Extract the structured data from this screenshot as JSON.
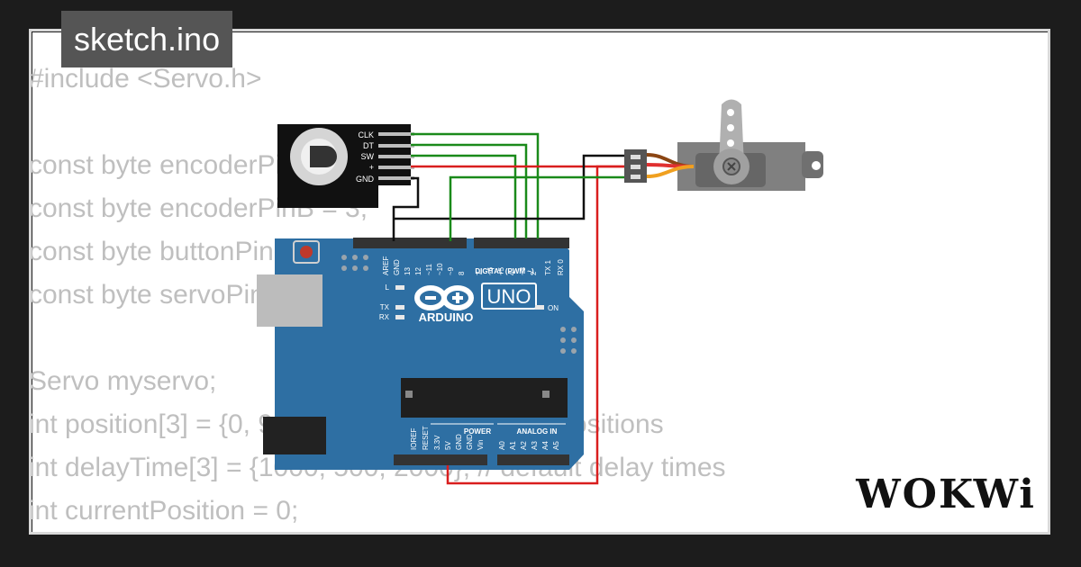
{
  "filename": "sketch.ino",
  "code_lines": [
    "#include <Servo.h>",
    "",
    "const byte encoderPinA = 2;",
    "const byte encoderPinB = 3;",
    "const byte buttonPin = 4;",
    "const byte servoPin = 9;",
    "",
    "Servo myservo;",
    "int position[3] = {0, 90, 180}; // default servo positions",
    "int delayTime[3] = {1000, 500, 2000}; // default delay times",
    "int currentPosition = 0;"
  ],
  "encoder": {
    "pins": [
      "CLK",
      "DT",
      "SW",
      "+",
      "GND"
    ]
  },
  "arduino": {
    "model": "UNO",
    "brand": "ARDUINO",
    "top_pins": [
      "AREF",
      "GND",
      "13",
      "12",
      "~11",
      "~10",
      "~9",
      "8",
      "7",
      "~6",
      "~5",
      "4",
      "~3",
      "2",
      "TX 1",
      "RX 0"
    ],
    "digital_label": "DIGITAL (PWM ~)",
    "led_labels": {
      "l": "L",
      "tx": "TX",
      "rx": "RX",
      "on": "ON"
    },
    "power_pins": [
      "IOREF",
      "RESET",
      "3.3V",
      "5V",
      "GND",
      "GND",
      "Vin"
    ],
    "analog_pins": [
      "A0",
      "A1",
      "A2",
      "A3",
      "A4",
      "A5"
    ],
    "power_label": "POWER",
    "analog_label": "ANALOG IN"
  },
  "brand_logo": "WOKWi"
}
